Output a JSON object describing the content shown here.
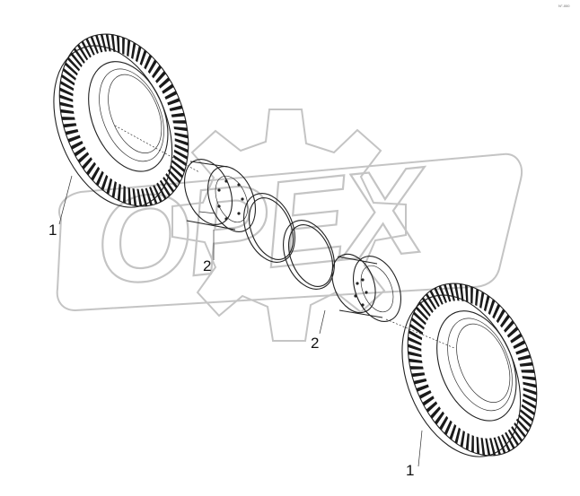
{
  "sheet_code": "N°-000",
  "watermark": {
    "brand": "OPEX",
    "color": "#c4c4c4"
  },
  "callouts": [
    {
      "id": "tire-left",
      "label": "1"
    },
    {
      "id": "rim-upper",
      "label": "2"
    },
    {
      "id": "rim-lower",
      "label": "2"
    },
    {
      "id": "tire-right",
      "label": "1"
    }
  ],
  "colors": {
    "line": "#222222",
    "tread": "#1a1a1a",
    "rim_fill": "#e6e6e6",
    "background": "#ffffff"
  }
}
